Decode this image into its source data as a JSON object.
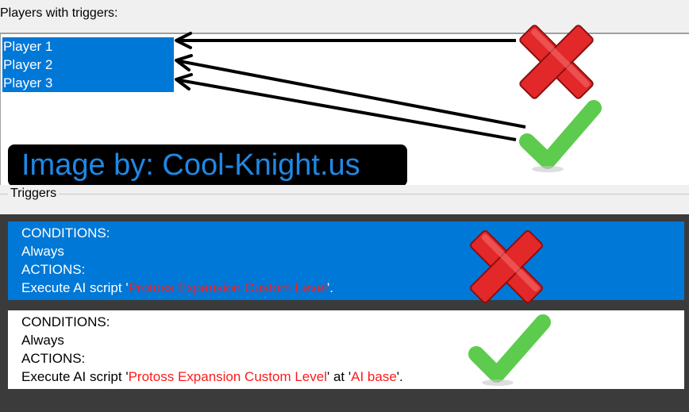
{
  "players_section": {
    "label": "Players with triggers:",
    "players": [
      "Player 1",
      "Player 2",
      "Player 3"
    ]
  },
  "watermark": "Image by: Cool-Knight.us",
  "triggers_section": {
    "legend": "Triggers",
    "items": [
      {
        "conditions_header": "CONDITIONS:",
        "condition": "Always",
        "actions_header": "ACTIONS:",
        "action_prefix": "Execute AI script '",
        "script_name": "Protoss Expansion Custom Level",
        "action_suffix": "'.",
        "selected": true
      },
      {
        "conditions_header": "CONDITIONS:",
        "condition": "Always",
        "actions_header": "ACTIONS:",
        "action_prefix": "Execute AI script '",
        "script_name": "Protoss Expansion Custom Level",
        "action_mid": "' at '",
        "location_name": "AI base",
        "action_suffix": "'.",
        "selected": false
      }
    ]
  },
  "colors": {
    "selection_blue": "#0078d7",
    "script_red": "#ff1a1a",
    "cross_red": "#e3282a",
    "check_green": "#5dcb4d",
    "watermark_blue": "#1e88e5"
  }
}
